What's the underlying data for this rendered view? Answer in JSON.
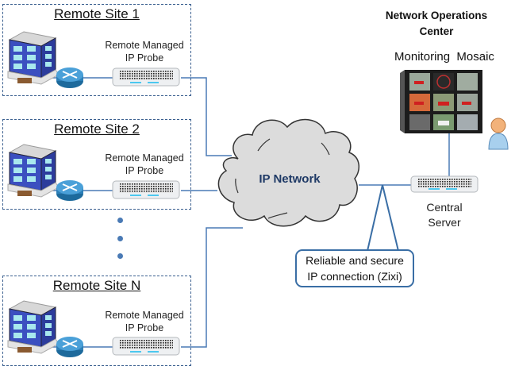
{
  "diagram": {
    "noc": {
      "title_line1": "Network Operations",
      "title_line2": "Center",
      "mosaic_label": "Monitoring  Mosaic",
      "mosaic_icon": "video-wall-icon",
      "operator_icon": "user-icon"
    },
    "sites": [
      {
        "title": "Remote Site 1",
        "probe_line1": "Remote Managed",
        "probe_line2": "IP Probe"
      },
      {
        "title": "Remote Site 2",
        "probe_line1": "Remote Managed",
        "probe_line2": "IP Probe"
      },
      {
        "title": "Remote Site N",
        "probe_line1": "Remote Managed",
        "probe_line2": "IP Probe"
      }
    ],
    "site_icons": [
      "building-icon",
      "router-icon",
      "probe-server-icon"
    ],
    "cloud": {
      "label": "IP Network"
    },
    "central_server": {
      "line1": "Central",
      "line2": "Server"
    },
    "callout": {
      "line1": "Reliable and secure",
      "line2": "IP connection (Zixi)"
    },
    "colors": {
      "link": "#4a7ab5",
      "site_border": "#3a5f8f",
      "cloud_fill": "#dcdcdc",
      "cloud_text": "#1f3a66",
      "building": "#3b4fc0",
      "router": "#2c7fb8"
    }
  }
}
